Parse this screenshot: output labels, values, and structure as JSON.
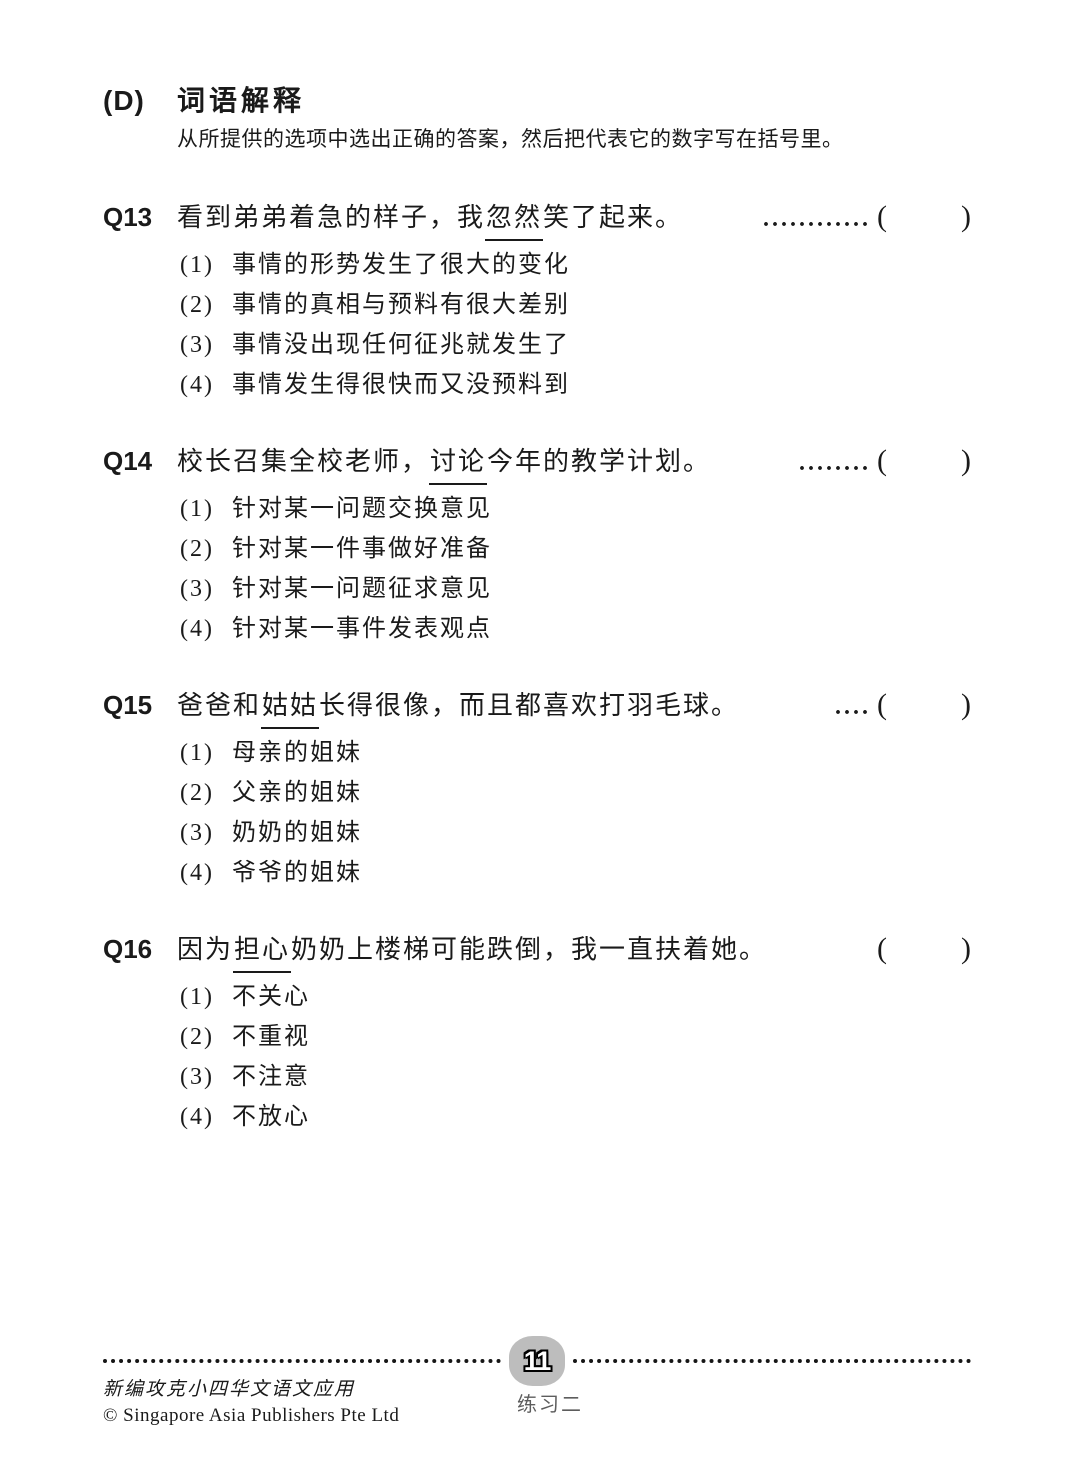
{
  "page": {
    "section_label": "(D)",
    "section_title": "词语解释",
    "instruction": "从所提供的选项中选出正确的答案，然后把代表它的数字写在括号里。",
    "answer_open": "(",
    "answer_close": ")"
  },
  "questions": [
    {
      "label": "Q13",
      "stem_before": "看到弟弟着急的样子，我",
      "underlined": "忽然",
      "stem_after": "笑了起来。",
      "dots": "............",
      "options": [
        {
          "num": "(1)",
          "text": "事情的形势发生了很大的变化"
        },
        {
          "num": "(2)",
          "text": "事情的真相与预料有很大差别"
        },
        {
          "num": "(3)",
          "text": "事情没出现任何征兆就发生了"
        },
        {
          "num": "(4)",
          "text": "事情发生得很快而又没预料到"
        }
      ]
    },
    {
      "label": "Q14",
      "stem_before": "校长召集全校老师，",
      "underlined": "讨论",
      "stem_after": "今年的教学计划。",
      "dots": "........",
      "options": [
        {
          "num": "(1)",
          "text": "针对某一问题交换意见"
        },
        {
          "num": "(2)",
          "text": "针对某一件事做好准备"
        },
        {
          "num": "(3)",
          "text": "针对某一问题征求意见"
        },
        {
          "num": "(4)",
          "text": "针对某一事件发表观点"
        }
      ]
    },
    {
      "label": "Q15",
      "stem_before": "爸爸和",
      "underlined": "姑姑",
      "stem_after": "长得很像，而且都喜欢打羽毛球。",
      "dots": "....",
      "options": [
        {
          "num": "(1)",
          "text": "母亲的姐妹"
        },
        {
          "num": "(2)",
          "text": "父亲的姐妹"
        },
        {
          "num": "(3)",
          "text": "奶奶的姐妹"
        },
        {
          "num": "(4)",
          "text": "爷爷的姐妹"
        }
      ]
    },
    {
      "label": "Q16",
      "stem_before": "因为",
      "underlined": "担心",
      "stem_after": "奶奶上楼梯可能跌倒，我一直扶着她。",
      "dots": "",
      "options": [
        {
          "num": "(1)",
          "text": "不关心"
        },
        {
          "num": "(2)",
          "text": "不重视"
        },
        {
          "num": "(3)",
          "text": "不注意"
        },
        {
          "num": "(4)",
          "text": "不放心"
        }
      ]
    }
  ],
  "footer": {
    "page_number": "11",
    "exercise_label": "练习二",
    "book_title": "新编攻克小四华文语文应用",
    "copyright": "© Singapore Asia Publishers Pte Ltd"
  }
}
